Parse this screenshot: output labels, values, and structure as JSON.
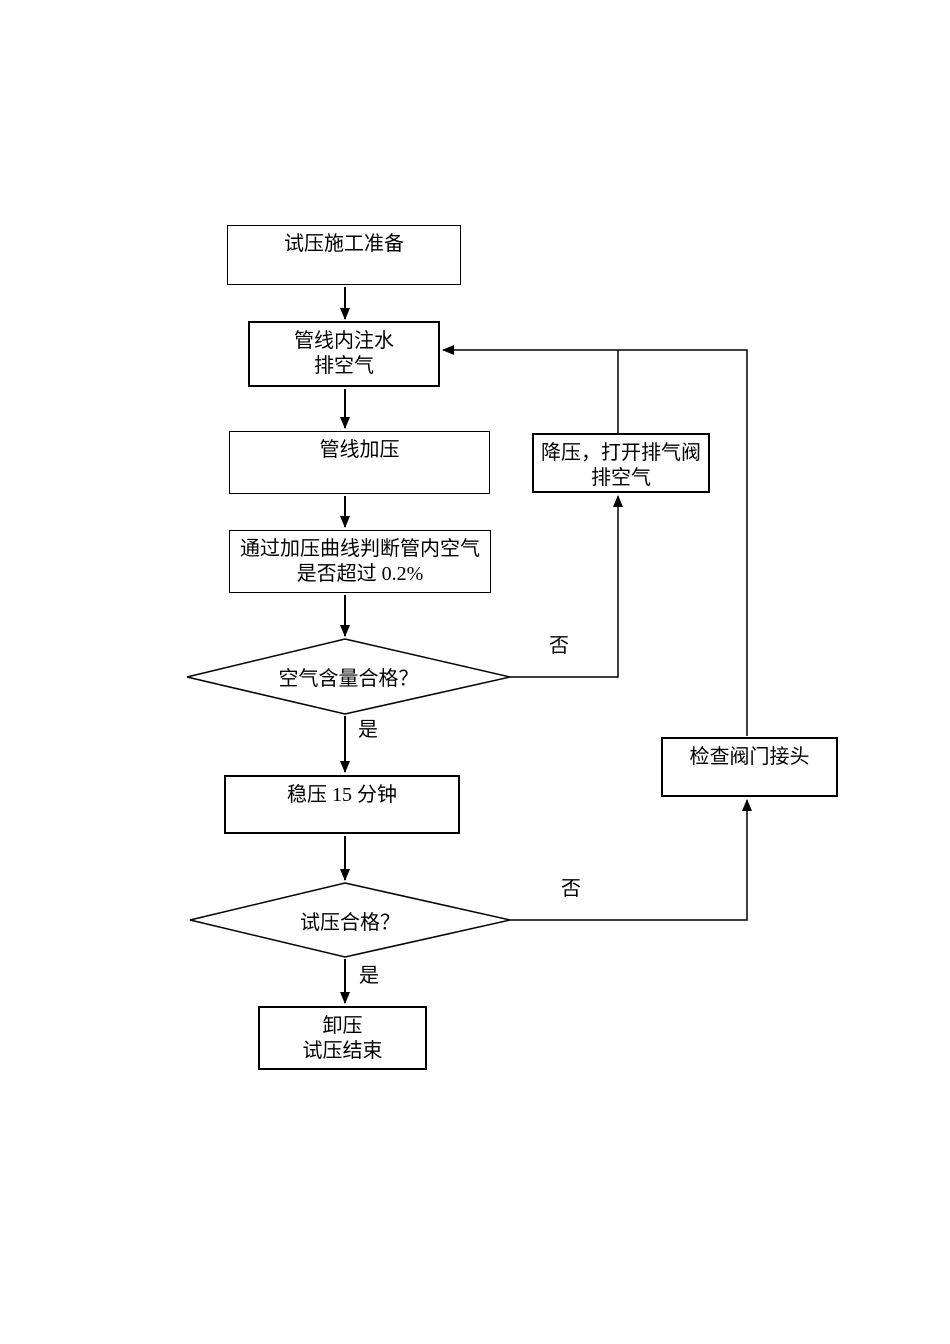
{
  "flowchart": {
    "nodes": {
      "prepare": {
        "label": "试压施工准备"
      },
      "fill_water": {
        "label": "管线内注水\n排空气"
      },
      "pressurize": {
        "label": "管线加压"
      },
      "judge_air": {
        "label": "通过加压曲线判断管内空气\n是否超过 0.2%"
      },
      "air_ok": {
        "label": "空气含量合格？"
      },
      "hold": {
        "label": "稳压 15 分钟"
      },
      "test_ok": {
        "label": "试压合格？"
      },
      "finish": {
        "label": "卸压\n试压结束"
      },
      "vent": {
        "label": "降压，打开排气阀\n排空气"
      },
      "check_valve": {
        "label": "检查阀门接头"
      }
    },
    "edge_labels": {
      "air_yes": "是",
      "air_no": "否",
      "test_yes": "是",
      "test_no": "否"
    },
    "colors": {
      "line": "#000000",
      "text": "#000000",
      "background": "#ffffff"
    }
  }
}
